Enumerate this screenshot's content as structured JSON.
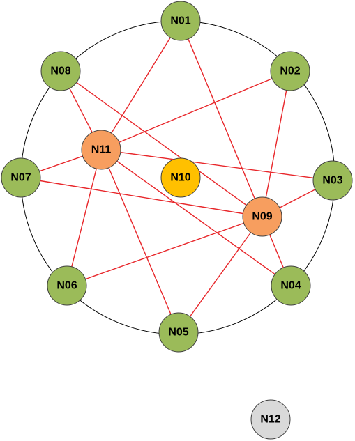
{
  "colors": {
    "ring": "#000000",
    "edge": "#e8262a",
    "node_stroke": "#404040",
    "green": "#9bbb59",
    "orange": "#f79e5f",
    "yellow": "#ffc000",
    "gray": "#d9d9d9"
  },
  "nodes": [
    {
      "id": "N01",
      "label": "N01",
      "kind": "green"
    },
    {
      "id": "N02",
      "label": "N02",
      "kind": "green"
    },
    {
      "id": "N03",
      "label": "N03",
      "kind": "green"
    },
    {
      "id": "N04",
      "label": "N04",
      "kind": "green"
    },
    {
      "id": "N05",
      "label": "N05",
      "kind": "green"
    },
    {
      "id": "N06",
      "label": "N06",
      "kind": "green"
    },
    {
      "id": "N07",
      "label": "N07",
      "kind": "green"
    },
    {
      "id": "N08",
      "label": "N08",
      "kind": "green"
    },
    {
      "id": "N09",
      "label": "N09",
      "kind": "orange"
    },
    {
      "id": "N10",
      "label": "N10",
      "kind": "yellow"
    },
    {
      "id": "N11",
      "label": "N11",
      "kind": "orange"
    },
    {
      "id": "N12",
      "label": "N12",
      "kind": "gray"
    }
  ],
  "edges": [
    [
      "N01",
      "N11"
    ],
    [
      "N01",
      "N09"
    ],
    [
      "N02",
      "N11"
    ],
    [
      "N02",
      "N09"
    ],
    [
      "N03",
      "N11"
    ],
    [
      "N03",
      "N09"
    ],
    [
      "N04",
      "N11"
    ],
    [
      "N04",
      "N09"
    ],
    [
      "N05",
      "N11"
    ],
    [
      "N05",
      "N09"
    ],
    [
      "N06",
      "N11"
    ],
    [
      "N06",
      "N09"
    ],
    [
      "N07",
      "N11"
    ],
    [
      "N07",
      "N09"
    ],
    [
      "N08",
      "N11"
    ],
    [
      "N08",
      "N09"
    ]
  ]
}
